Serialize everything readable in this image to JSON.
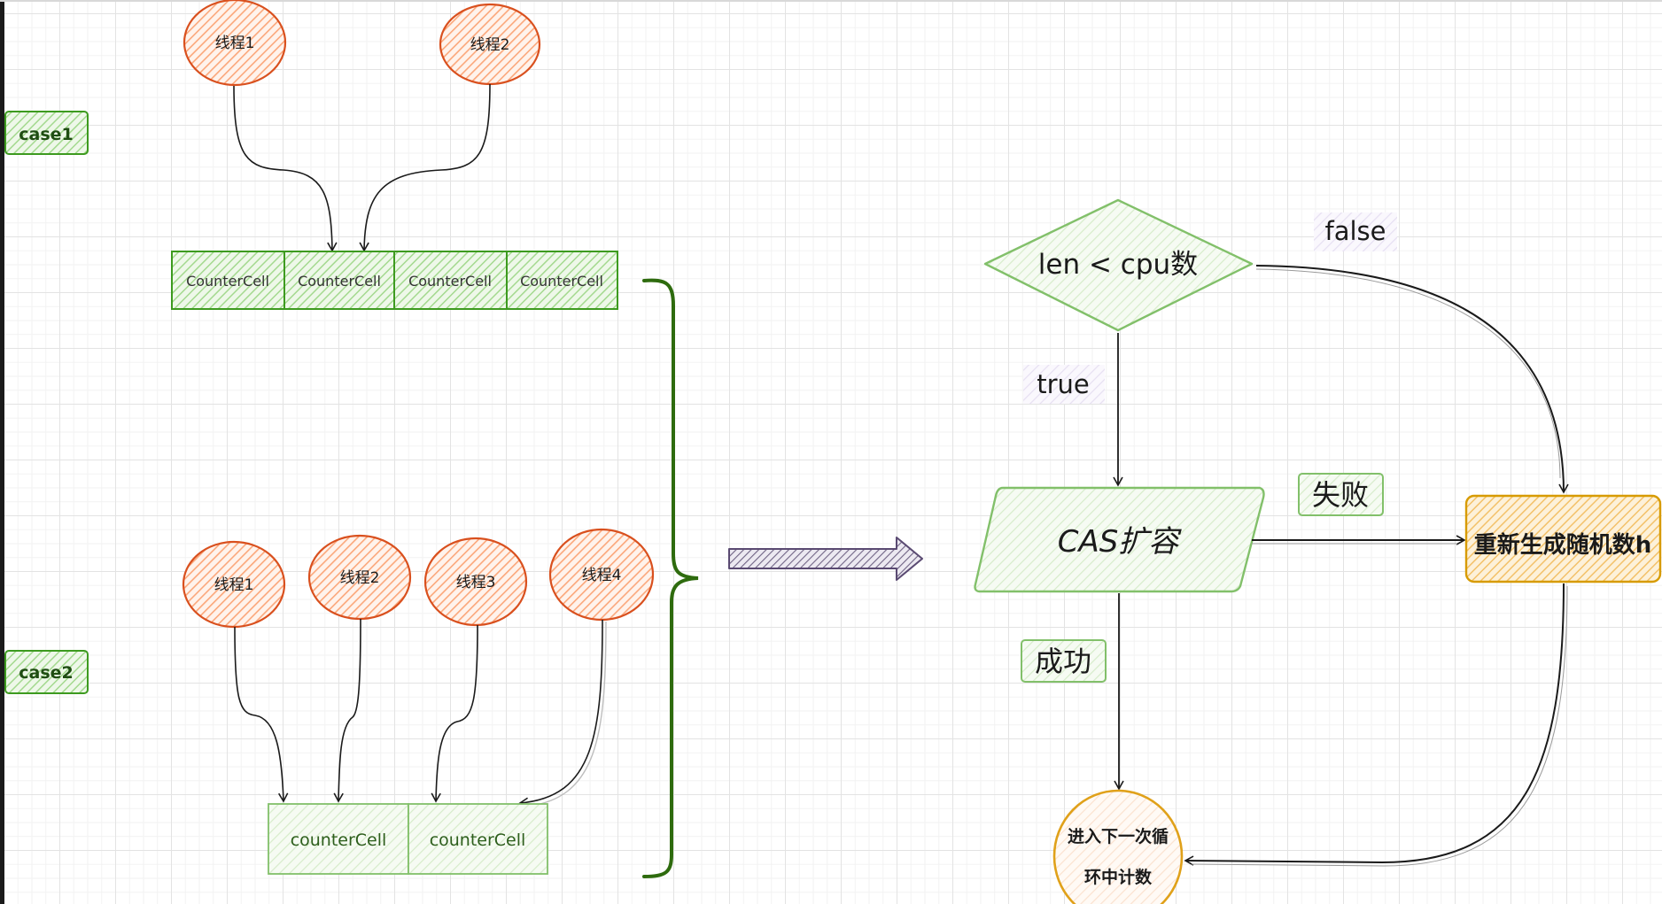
{
  "colors": {
    "thread_stroke": "#d9501e",
    "thread_hatch": "#fba77a",
    "green_stroke": "#3d9a1f",
    "green_hatch": "#9fd88a",
    "light_green_stroke": "#82c06a",
    "light_green_hatch": "#d3ecc8",
    "orange_stroke": "#d79b00",
    "orange_hatch": "#f3c169",
    "brace": "#2e6b0e",
    "purple": "#5a4a72",
    "label_hatch": "#e6dff2",
    "arrow": "#1a1a1a"
  },
  "case1": {
    "label": "case1",
    "threads": [
      "线程1",
      "线程2"
    ],
    "cells": [
      "CounterCell",
      "CounterCell",
      "CounterCell",
      "CounterCell"
    ]
  },
  "case2": {
    "label": "case2",
    "threads": [
      "线程1",
      "线程2",
      "线程3",
      "线程4"
    ],
    "cells": [
      "counterCell",
      "counterCell"
    ]
  },
  "flow": {
    "decision": "len < cpu数",
    "false_label": "false",
    "true_label": "true",
    "cas": "CAS扩容",
    "fail_label": "失败",
    "success_label": "成功",
    "rehash": "重新生成随机数h",
    "next_loop_line1": "进入下一次循",
    "next_loop_line2": "环中计数"
  }
}
